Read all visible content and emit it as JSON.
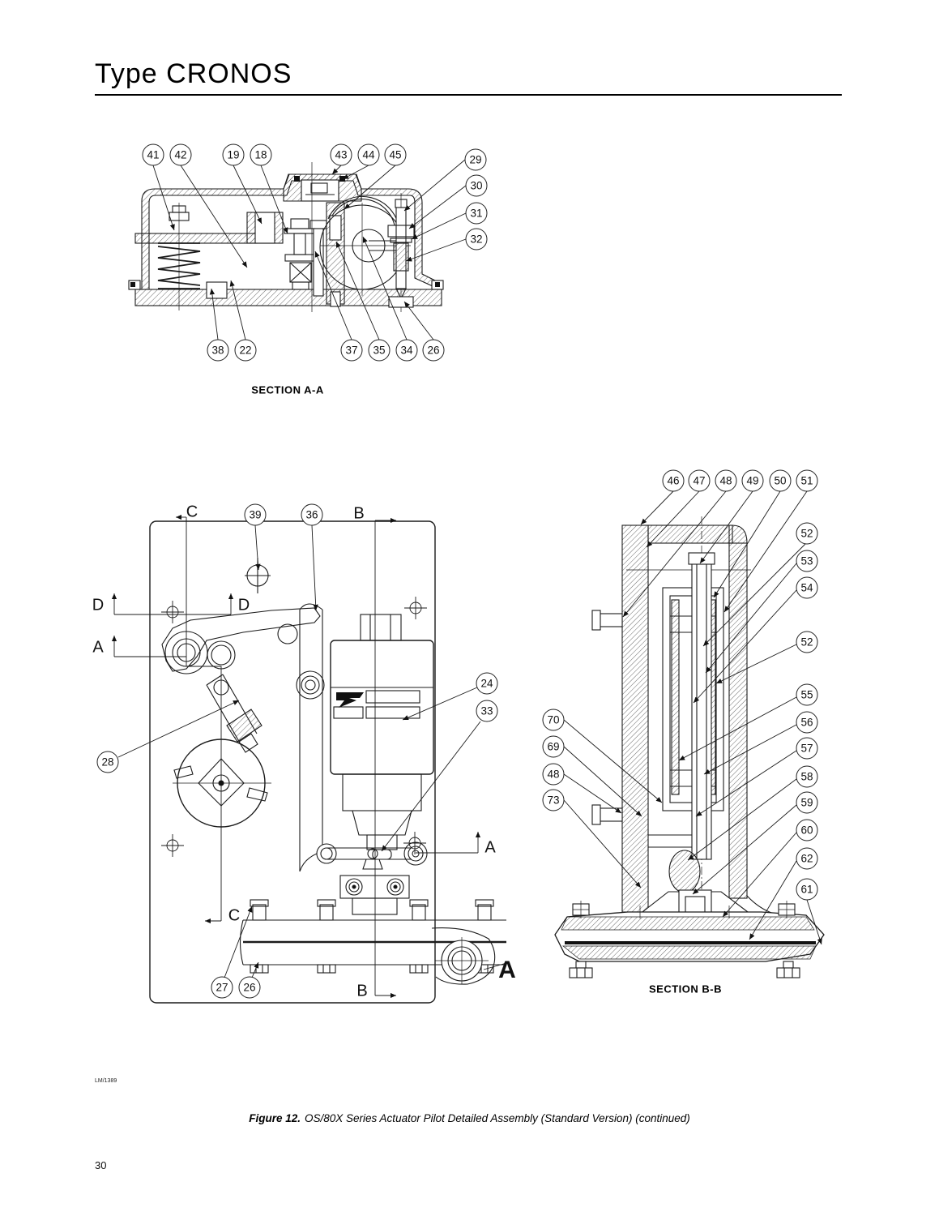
{
  "page": {
    "title": "Type CRONOS",
    "doc_code": "LM/1389",
    "page_number": "30"
  },
  "caption": {
    "figure_label": "Figure 12.",
    "text": "OS/80X Series Actuator Pilot Detailed Assembly (Standard Version) (continued)"
  },
  "section_aa": {
    "label": "SECTION A-A",
    "callouts": [
      "41",
      "42",
      "19",
      "18",
      "43",
      "44",
      "45",
      "29",
      "30",
      "31",
      "32",
      "38",
      "22",
      "37",
      "35",
      "34",
      "26"
    ]
  },
  "front_view": {
    "labels": {
      "c_top": "C",
      "b_top": "B",
      "d_left": "D",
      "d_right": "D",
      "a_left": "A",
      "a_right": "A",
      "c_bottom": "C",
      "b_bottom": "B",
      "a_corner": "A"
    },
    "callouts": [
      "39",
      "36",
      "28",
      "24",
      "33",
      "27",
      "26"
    ]
  },
  "section_bb": {
    "label": "SECTION B-B",
    "callouts_top": [
      "46",
      "47",
      "48",
      "49",
      "50",
      "51"
    ],
    "callouts_right": [
      "52",
      "53",
      "54",
      "52",
      "55",
      "56",
      "57",
      "58",
      "59",
      "60",
      "62",
      "61"
    ],
    "callouts_left": [
      "70",
      "69",
      "48",
      "73"
    ]
  }
}
